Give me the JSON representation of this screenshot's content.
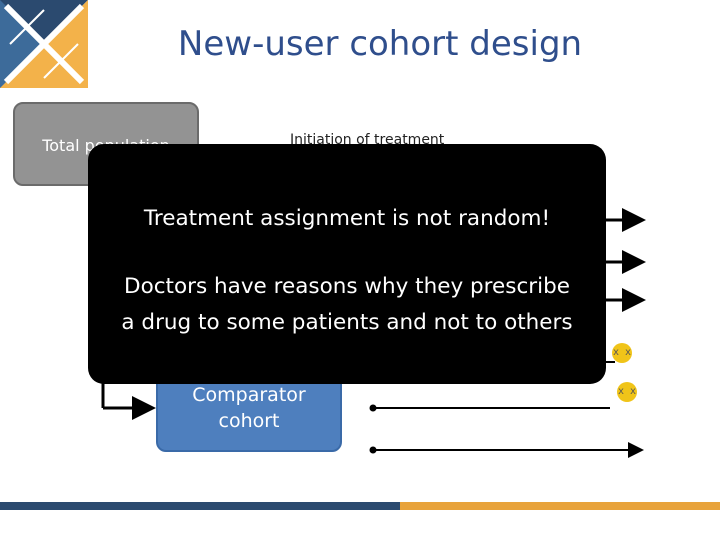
{
  "slide": {
    "title": "New-user cohort design"
  },
  "diagram": {
    "total_population_label": "Total population",
    "initiation_label": "Initiation of treatment",
    "comparator_label_line1": "Comparator",
    "comparator_label_line2": "cohort",
    "event_marker": "x x"
  },
  "overlay": {
    "line1": "Treatment assignment is not random!",
    "line2": "Doctors have reasons why they prescribe",
    "line3": "a drug to some patients and not to others"
  },
  "colors": {
    "title": "#2f4e8c",
    "total_box": "#939393",
    "comparator_box": "#4e7fbe",
    "event_marker": "#f0c419",
    "footer_dark": "#2b4a6f",
    "footer_orange": "#e8a33b"
  }
}
